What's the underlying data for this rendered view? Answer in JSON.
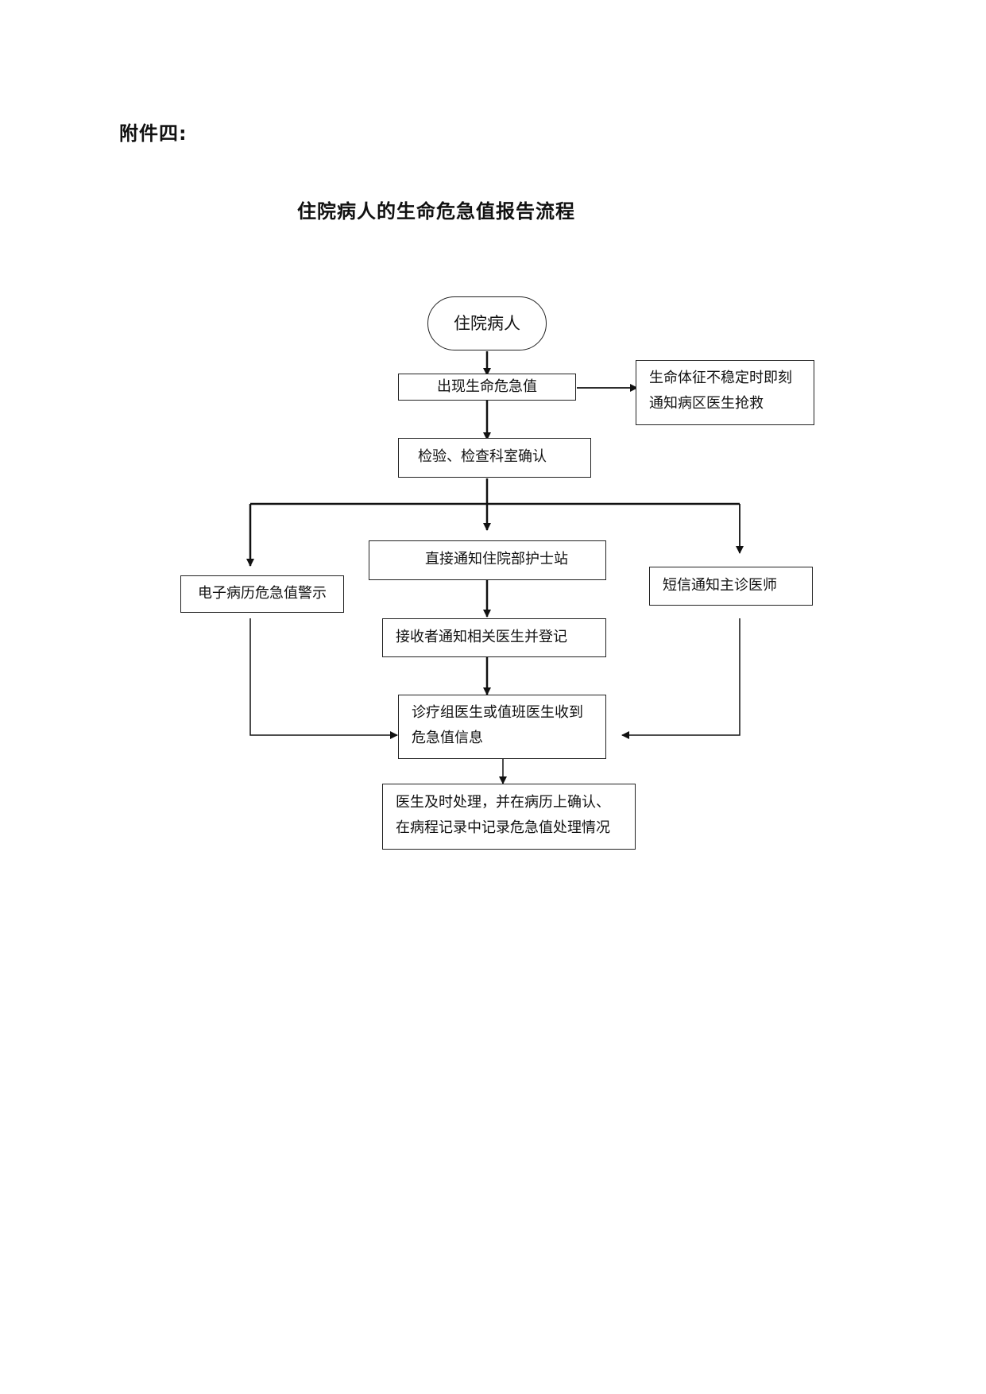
{
  "annex_label": "附件四:",
  "title": "住院病人的生命危急值报告流程",
  "nodes": {
    "start": "住院病人",
    "critical_value": "出现生命危急值",
    "unstable_line1": "生命体征不稳定时即刻",
    "unstable_line2": "通知病区医生抢救",
    "lab_confirm": "检验、检查科室确认",
    "notify_nurse_station": "直接通知住院部护士站",
    "emr_alert": "电子病历危急值警示",
    "sms_doctor": "短信通知主诊医师",
    "receiver_notify": "接收者通知相关医生并登记",
    "doctor_receive_line1": "诊疗组医生或值班医生收到",
    "doctor_receive_line2": "危急值信息",
    "handle_line1": "医生及时处理，并在病历上确认、",
    "handle_line2": "在病程记录中记录危急值处理情况"
  }
}
